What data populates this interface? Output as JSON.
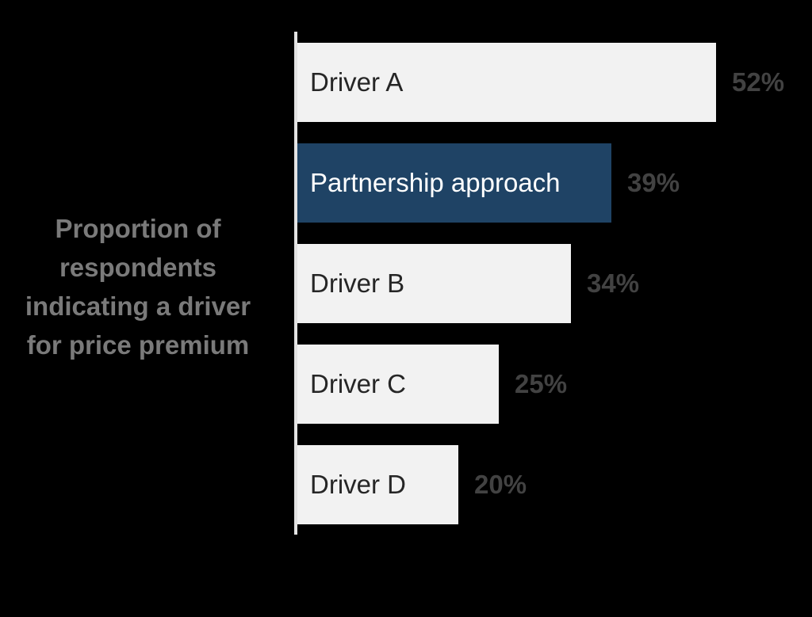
{
  "title": {
    "lines": [
      "Proportion of",
      "respondents",
      "indicating a driver",
      "for price premium"
    ],
    "text": "Proportion of respondents indicating a driver for price premium"
  },
  "colors": {
    "background": "#000000",
    "bar_default": "#f2f2f2",
    "bar_highlight": "#1f4365",
    "bar_label_default": "#262626",
    "bar_label_highlight": "#ffffff",
    "value_label": "#424242",
    "axis_line": "#e3e3e3",
    "title_text": "#7a7a7a"
  },
  "chart_data": {
    "type": "bar",
    "orientation": "horizontal",
    "title": "Proportion of respondents indicating a driver for price premium",
    "categories": [
      "Driver A",
      "Partnership approach",
      "Driver B",
      "Driver C",
      "Driver D"
    ],
    "values": [
      52,
      39,
      34,
      25,
      20
    ],
    "value_labels": [
      "52%",
      "39%",
      "34%",
      "25%",
      "20%"
    ],
    "highlighted_index": 1,
    "highlighted_category": "Partnership approach",
    "xlabel": "",
    "ylabel": "",
    "grid": false,
    "legend": false,
    "axis_ticks_visible": false,
    "category_label_position": "inside-start",
    "value_label_position": "outside-end"
  }
}
